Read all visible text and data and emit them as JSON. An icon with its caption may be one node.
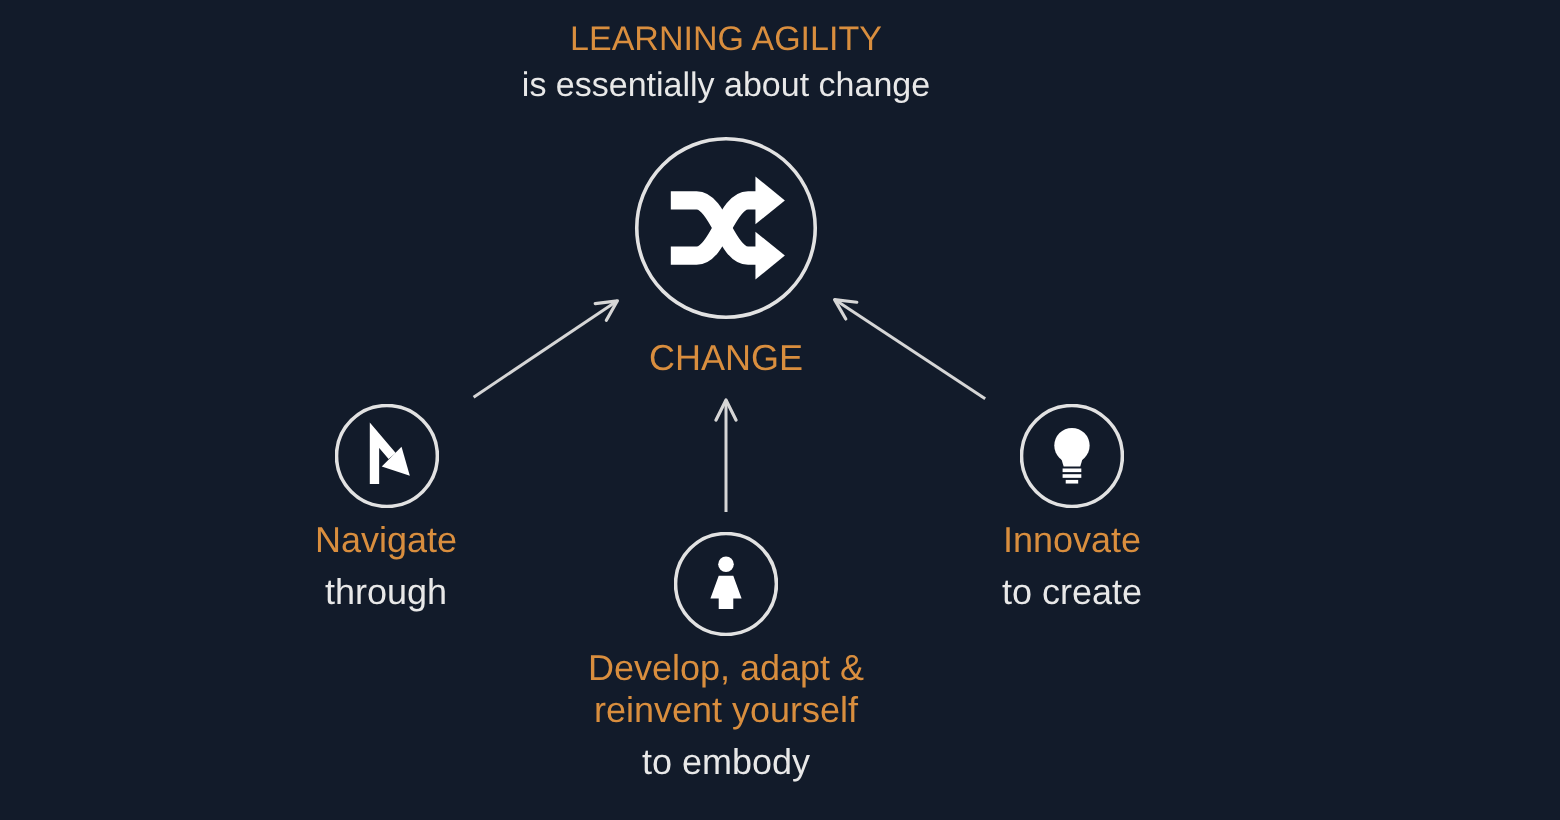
{
  "diagram": {
    "title": "LEARNING AGILITY",
    "nodes": [
      {
        "text": [
          "CHANGE"
        ]
      },
      {
        "text": [
          "Navigate",
          "through"
        ]
      },
      {
        "text": [
          "Innovate",
          "to create"
        ]
      },
      {
        "text": [
          "Develop, adapt & reinvent yourself",
          "to embody"
        ]
      }
    ],
    "edges": [
      {
        "from": 1,
        "to": 0,
        "arrow": "to"
      },
      {
        "from": 3,
        "to": 0,
        "arrow": "to"
      },
      {
        "from": 2,
        "to": 0,
        "arrow": "to"
      }
    ],
    "labels": [
      "is essentially about change"
    ]
  }
}
